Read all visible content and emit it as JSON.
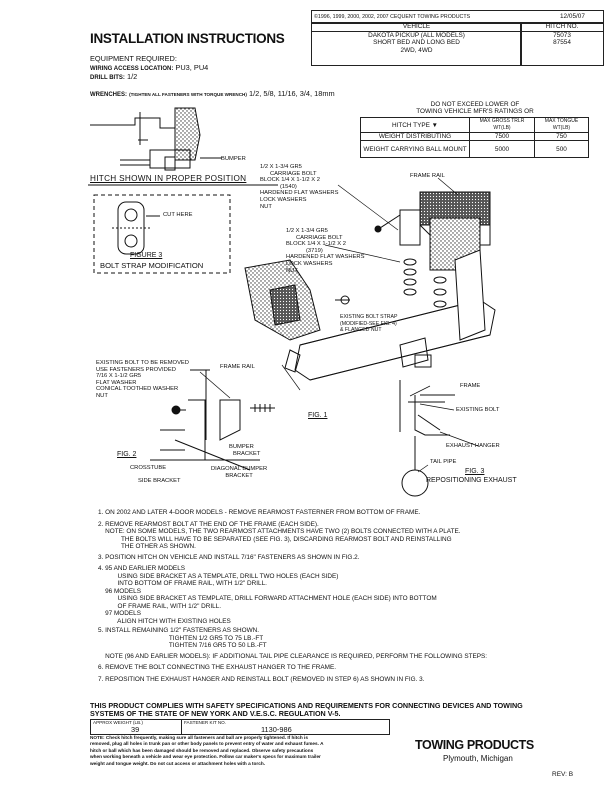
{
  "copyright": "©1996, 1999, 2000, 2002, 2007 CEQUENT TOWING PRODUCTS",
  "date": "12/05/07",
  "title": "INSTALLATION INSTRUCTIONS",
  "vehicle_header": "VEHICLE",
  "hitch_no_header": "HITCH NO.",
  "vehicle_lines": [
    "DAKOTA PICKUP (ALL MODELS)",
    "SHORT BED AND LONG BED",
    "2WD, 4WD"
  ],
  "hitch_numbers": [
    "75073",
    "87554"
  ],
  "equipment_required": "EQUIPMENT REQUIRED:",
  "wiring_label": "WIRING ACCESS LOCATION:",
  "wiring_value": "PU3, PU4",
  "drill_label": "DRILL BITS:",
  "drill_value": "1/2",
  "wrenches_label": "WRENCHES:",
  "wrenches_note": "(TIGHTEN ALL FASTENERS WITH TORQUE WRENCH)",
  "wrenches_value": "1/2, 5/8, 11/16, 3/4, 18mm",
  "ratings": {
    "note_line1": "DO NOT EXCEED LOWER OF",
    "note_line2": "TOWING VEHICLE MFR'S RATINGS OR",
    "col_type": "HITCH TYPE",
    "col_gross": "MAX GROSS TRLR WT(LB)",
    "col_tongue": "MAX TONGUE WT(LB)",
    "rows": [
      {
        "type": "WEIGHT DISTRIBUTING",
        "gross": "7500",
        "tongue": "750"
      },
      {
        "type": "WEIGHT CARRYING BALL MOUNT",
        "gross": "5000",
        "tongue": "500"
      }
    ]
  },
  "labels": {
    "bumper": "BUMPER",
    "hitch_shown": "HITCH SHOWN IN PROPER POSITION",
    "cut_here": "CUT HERE",
    "figure3": "FIGURE 3",
    "bolt_strap_mod": "BOLT STRAP MODIFICATION",
    "fasteners_1540": [
      "1/2 X 1-3/4 GR5",
      "CARRIAGE BOLT",
      "BLOCK 1/4 X 1-1/2 X 2",
      "(1540)",
      "HARDENED FLAT WASHERS",
      "LOCK WASHERS",
      "NUT"
    ],
    "fasteners_3719": [
      "1/2 X 1-3/4 GR5",
      "CARRIAGE BOLT",
      "BLOCK 1/4 X 1-1/2 X 2",
      "(3719)",
      "HARDENED FLAT WASHERS",
      "LOCK WASHERS",
      "NUT"
    ],
    "frame_rail_top": "FRAME RAIL",
    "existing_bolt_strap": [
      "EXISTING BOLT STRAP",
      "(MODIFIED-SEE FIG. 4)",
      "& FLANGED NUT"
    ],
    "existing_bolt_removed": [
      "EXISTING BOLT TO BE REMOVED",
      "USE FASTENERS PROVIDED",
      "7/16 X 1-1/2 GR5",
      "FLAT WASHER",
      "CONICAL TOOTHED WASHER",
      "NUT"
    ],
    "frame_rail_fig2": "FRAME RAIL",
    "fig1": "FIG. 1",
    "fig2": "FIG. 2",
    "bumper_bracket": [
      "BUMPER",
      "BRACKET"
    ],
    "crosstube": "CROSSTUBE",
    "diagonal_bumper_bracket": [
      "DIAGONAL BUMPER",
      "BRACKET"
    ],
    "side_bracket": "SIDE BRACKET",
    "frame_fig3": "FRAME",
    "existing_bolt": "EXISTING BOLT",
    "exhaust_hanger": "EXHAUST HANGER",
    "tail_pipe": "TAIL PIPE",
    "fig3": "FIG. 3",
    "repositioning_exhaust": "REPOSITIONING EXHAUST"
  },
  "steps": [
    "1. ON 2002 AND LATER 4-DOOR MODELS - REMOVE REARMOST FASTERNER FROM BOTTOM OF FRAME.",
    "2. REMOVE REARMOST BOLT AT THE END OF THE FRAME (EACH SIDE).",
    "    NOTE: ON SOME MODELS, THE TWO REARMOST ATTACHMENTS HAVE TWO (2) BOLTS CONNECTED WITH A PLATE.",
    "             THE BOLTS WILL HAVE TO BE SEPARATED (SEE FIG. 3), DISCARDING REARMOST BOLT AND REINSTALLING",
    "             THE OTHER AS SHOWN.",
    "3. POSITION HITCH ON VEHICLE AND INSTALL 7/16\" FASTENERS AS SHOWN IN FIG.2.",
    "4. 95 AND EARLIER MODELS",
    "           USING SIDE BRACKET AS A TEMPLATE, DRILL TWO HOLES (EACH SIDE)",
    "           INTO BOTTOM OF FRAME RAIL, WITH 1/2\" DRILL.",
    "    96 MODELS",
    "           USING SIDE BRACKET AS TEMPLATE, DRILL FORWARD ATTACHMENT HOLE (EACH SIDE) INTO BOTTOM",
    "           OF FRAME RAIL, WITH 1/2\" DRILL.",
    "    97 MODELS",
    "           ALIGN HITCH WITH EXISTING HOLES",
    "5. INSTALL REMAINING 1/2\" FASTENERS AS SHOWN.",
    "                                        TIGHTEN 1/2 GR5 TO 75 LB.-FT",
    "                                        TIGHTEN 7/16 GR5 TO 50 LB.-FT",
    "    NOTE (96 AND EARLIER MODELS): IF ADDITIONAL TAIL PIPE CLEARANCE IS REQUIRED, PERFORM THE FOLLOWING STEPS:",
    "6. REMOVE THE BOLT CONNECTING THE EXHAUST HANGER TO THE FRAME.",
    "7. REPOSITION THE EXHAUST HANGER AND REINSTALL BOLT (REMOVED IN STEP 6) AS SHOWN IN FIG. 3."
  ],
  "compliance": [
    "THIS PRODUCT COMPLIES WITH SAFETY SPECIFICATIONS AND REQUIREMENTS FOR CONNECTING DEVICES AND TOWING",
    "SYSTEMS OF THE STATE OF NEW YORK AND V.E.S.C. REGULATION V-5."
  ],
  "approx_weight_label": "APPROX WEIGHT (LB.)",
  "approx_weight_value": "39",
  "fastener_kit_label": "FASTENER KIT NO.",
  "fastener_kit_value": "1130-986",
  "note_block": [
    "NOTE: Check hitch frequently, making sure all fasteners and ball are properly tightened. If hitch is",
    "removed, plug all holes in trunk pan or other body panels to prevent entry of water and exhaust fumes. A",
    "hitch or ball which has been damaged should be removed and replaced. Observe safety precautions",
    "when working beneath a vehicle and wear eye protection. Follow car maker's specs for maximum trailer",
    "weight and tongue weight. Do not cut access or attachment holes with a torch."
  ],
  "brand": "TOWING PRODUCTS",
  "city": "Plymouth, Michigan",
  "rev": "REV: B"
}
